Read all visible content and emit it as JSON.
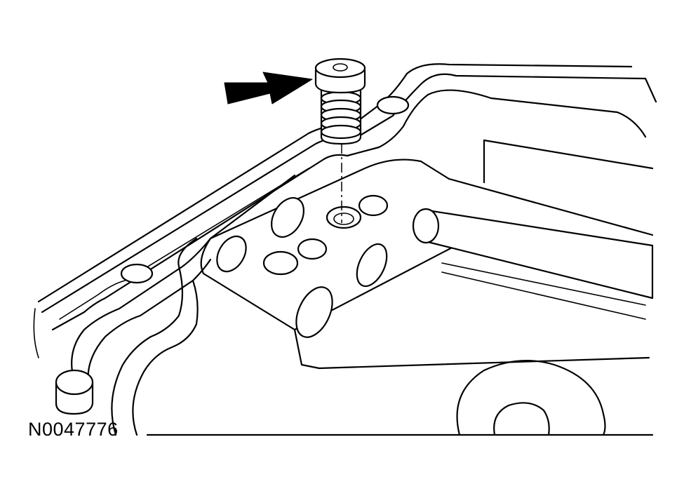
{
  "figure": {
    "reference_code": "N0047776",
    "components": [
      "housing-casting",
      "valve-bore",
      "spring-plug",
      "arrow-indicator"
    ]
  },
  "colors": {
    "line": "#000000",
    "background": "#ffffff"
  }
}
